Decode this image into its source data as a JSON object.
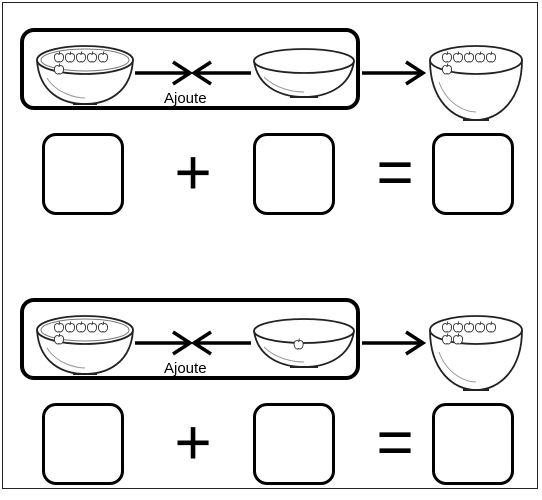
{
  "colors": {
    "stroke": "#000000",
    "background": "#ffffff",
    "bowl_line": "#555555"
  },
  "exercises": [
    {
      "verb": "Ajoute",
      "left_bowl_apples": 6,
      "middle_bowl_apples": 0,
      "result_bowl_apples": 6,
      "plus": "+",
      "equals": "="
    },
    {
      "verb": "Ajoute",
      "left_bowl_apples": 6,
      "middle_bowl_apples": 1,
      "result_bowl_apples": 7,
      "plus": "+",
      "equals": "="
    }
  ],
  "icons": {
    "bowl": "bowl-icon",
    "apple": "apple-icon",
    "arrow_right": "arrow-right-icon",
    "arrow_left": "arrow-left-icon"
  }
}
